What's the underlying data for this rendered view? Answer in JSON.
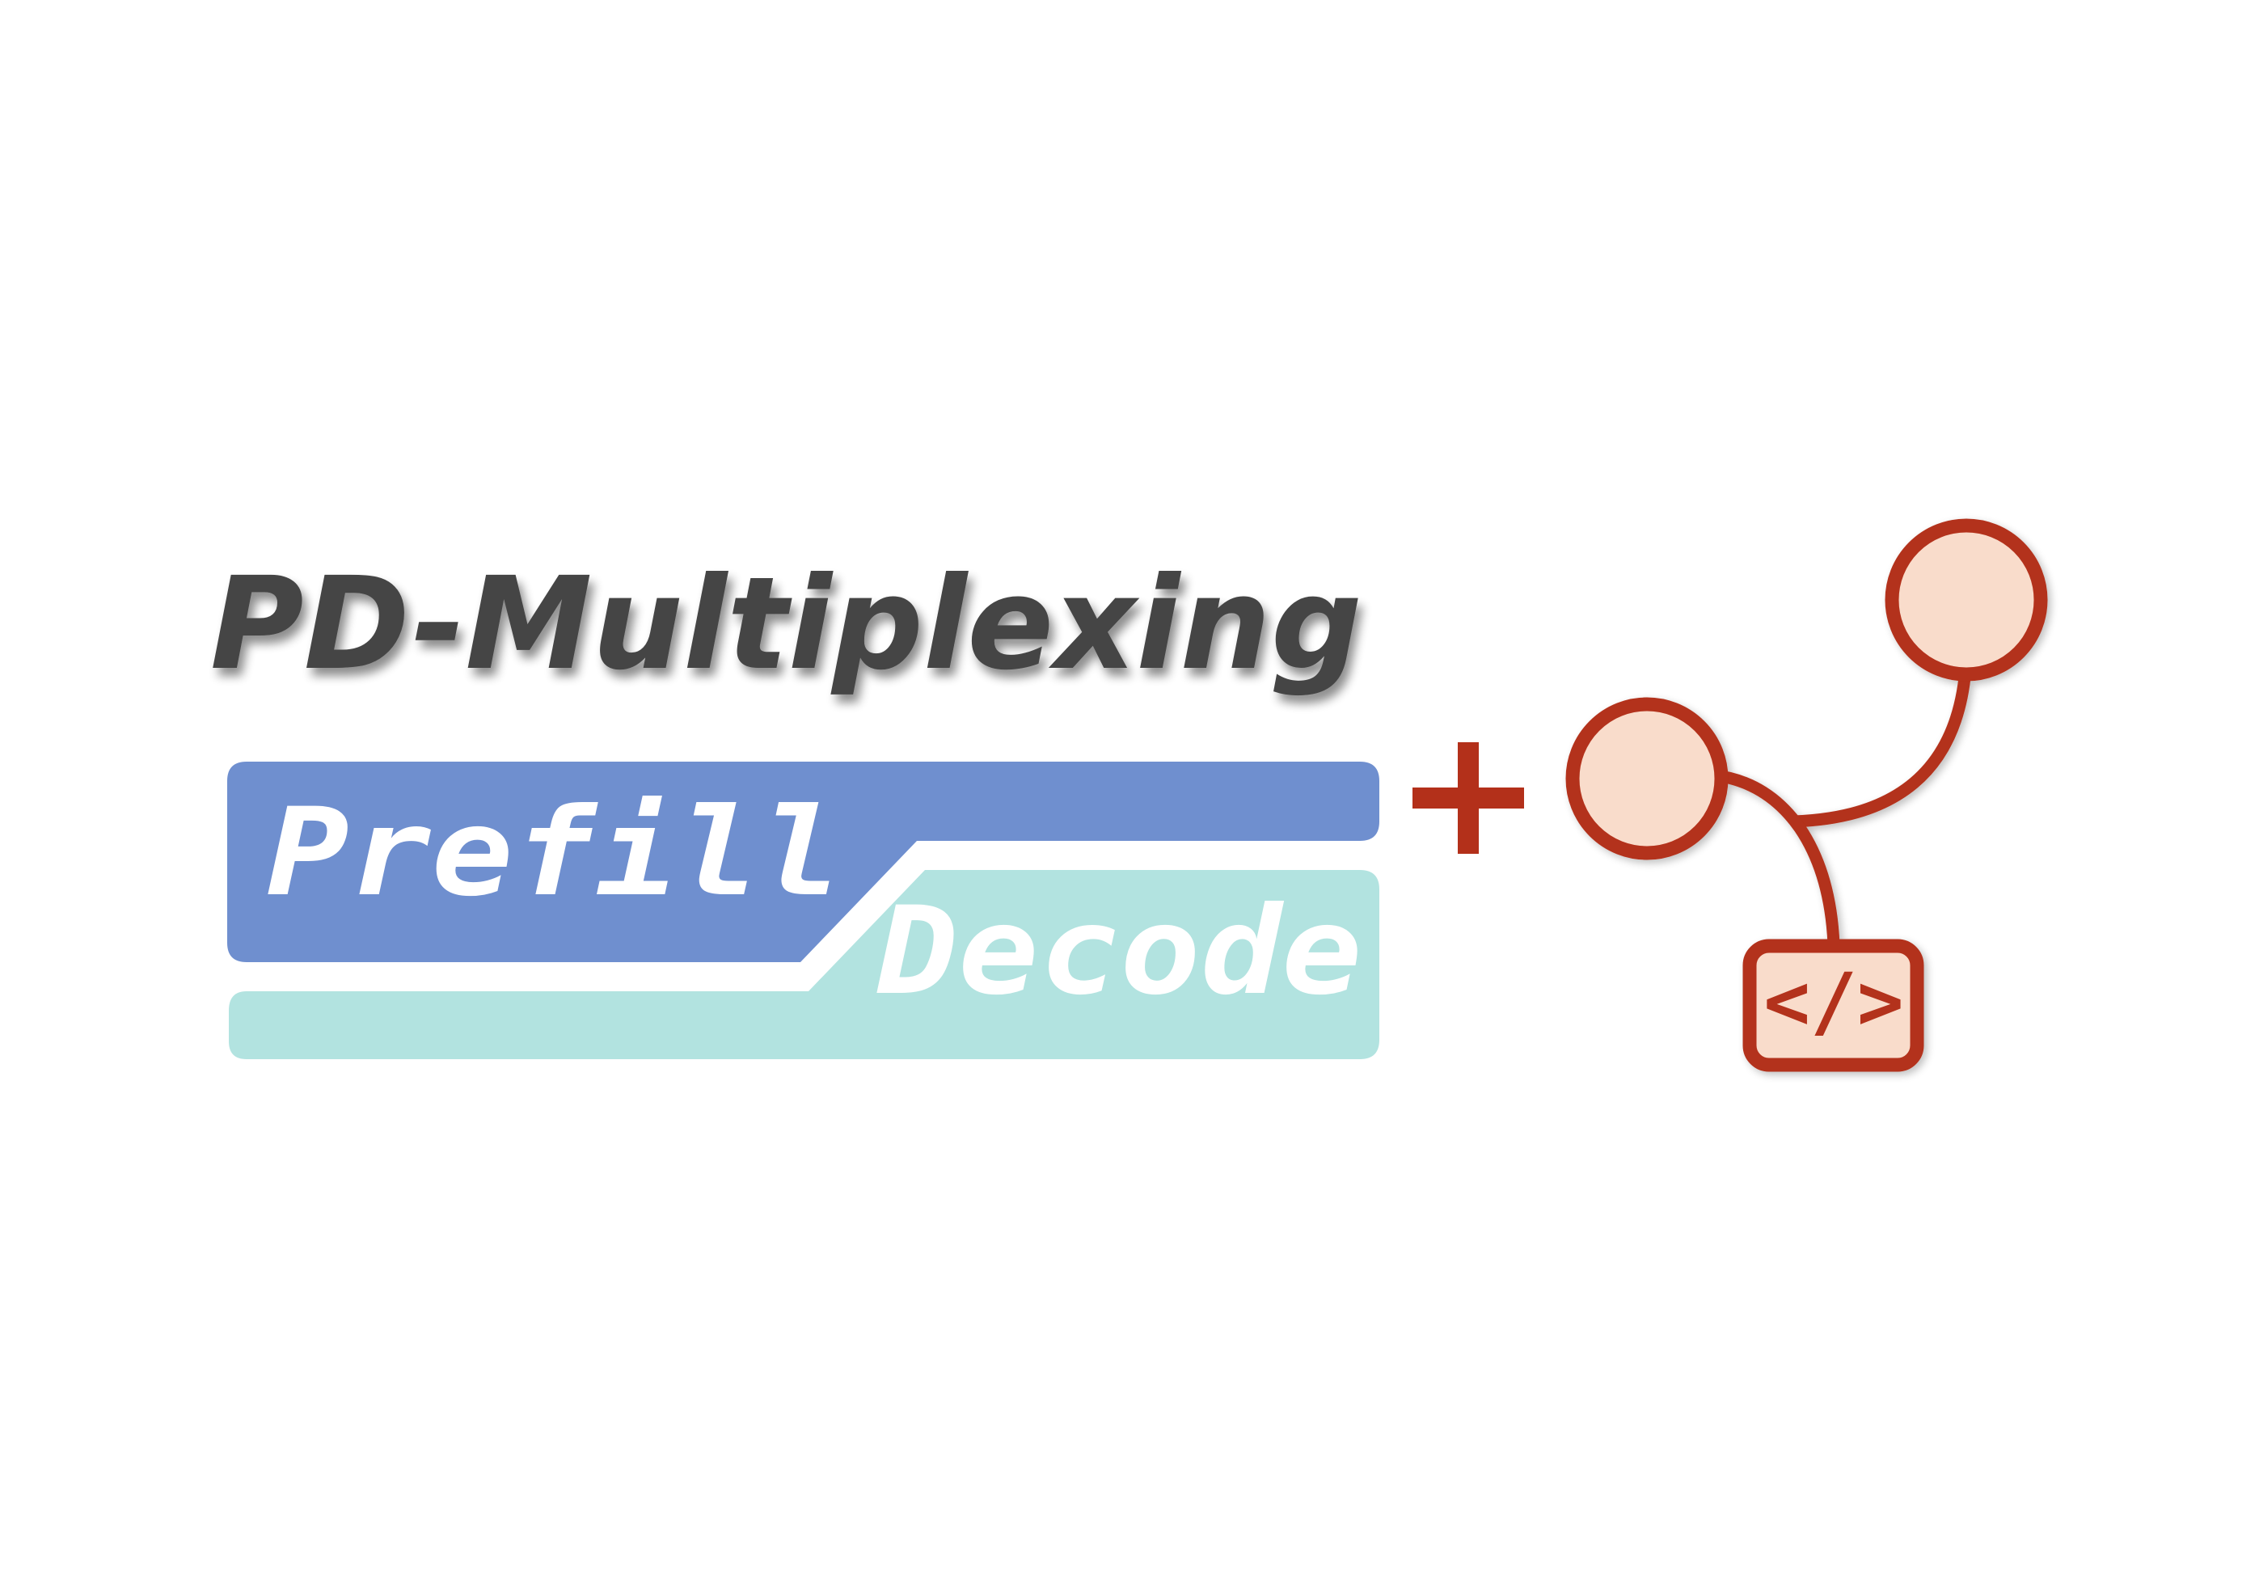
{
  "title": "PD-Multiplexing",
  "plus_symbol": "+",
  "bands": {
    "prefill_label": "Prefill",
    "decode_label": "Decode"
  },
  "graph_icon": {
    "code_symbol": "</>",
    "icon": "branch-graph-icon"
  },
  "colors": {
    "title": "#444444",
    "prefill": "#6f8fcf",
    "decode": "#b2e3e0",
    "accent": "#b3301a",
    "node_fill": "#f9dccb",
    "band_text": "#ffffff"
  }
}
